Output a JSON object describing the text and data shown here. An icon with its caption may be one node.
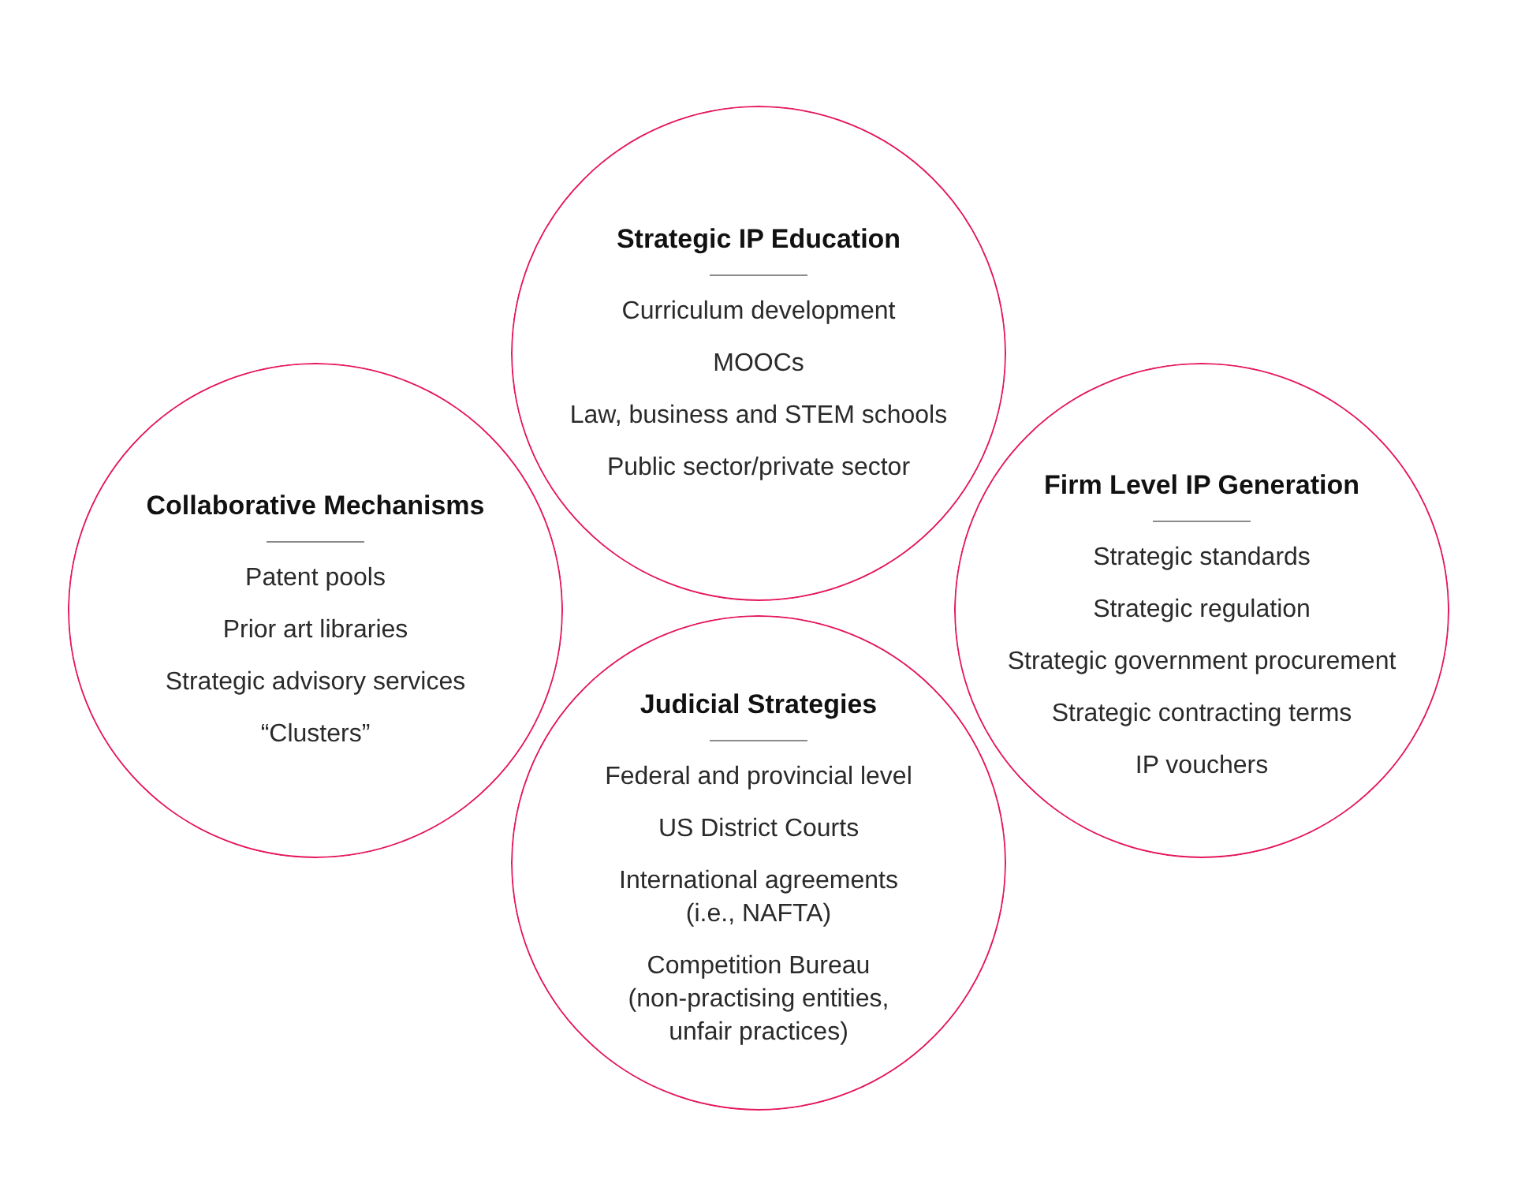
{
  "diagram": {
    "nodes": [
      {
        "text": [
          "Strategic IP Education",
          "Curriculum development",
          "MOOCs",
          "Law, business and STEM schools",
          "Public sector/private sector"
        ]
      },
      {
        "text": [
          "Collaborative Mechanisms",
          "Patent pools",
          "Prior art libraries",
          "Strategic advisory services",
          "“Clusters”"
        ]
      },
      {
        "text": [
          "Firm Level IP Generation",
          "Strategic standards",
          "Strategic regulation",
          "Strategic government procurement",
          "Strategic contracting terms",
          "IP vouchers"
        ]
      },
      {
        "text": [
          "Judicial Strategies",
          "Federal and provincial level",
          "US District Courts",
          "International agreements (i.e., NAFTA)",
          "Competition Bureau (non-practising entities, unfair practices)"
        ]
      }
    ]
  }
}
